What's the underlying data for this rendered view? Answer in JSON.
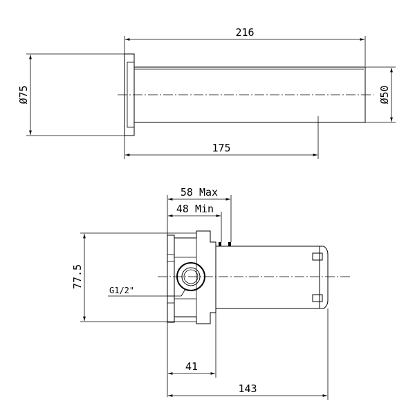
{
  "spout_view": {
    "dims": {
      "overall_length": "216",
      "body_length": "175",
      "flange_diameter": "Ø75",
      "spout_diameter": "Ø50"
    }
  },
  "box_view": {
    "dims": {
      "depth_max": "58 Max",
      "depth_min": "48 Min",
      "height": "77.5",
      "thread": "G1/2\"",
      "body_depth": "41",
      "total_depth": "143"
    }
  }
}
